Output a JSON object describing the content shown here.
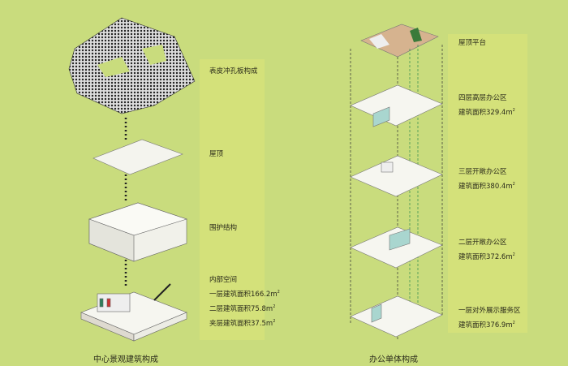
{
  "left_diagram": {
    "caption": "中心景观建筑构成",
    "layers": [
      {
        "label": "表皮冲孔板构成"
      },
      {
        "label": "屋顶"
      },
      {
        "label": "围护结构"
      },
      {
        "label": "内部空间",
        "lines": [
          "一层建筑面积166.2m",
          "二层建筑面积75.8m",
          "夹层建筑面积37.5m"
        ],
        "unit_sup": "2"
      }
    ]
  },
  "right_diagram": {
    "caption": "办公单体构成",
    "layers": [
      {
        "label": "屋顶平台"
      },
      {
        "label": "四层高层办公区",
        "area": "建筑面积329.4m"
      },
      {
        "label": "三层开敞办公区",
        "area": "建筑面积380.4m"
      },
      {
        "label": "二层开敞办公区",
        "area": "建筑面积372.6m"
      },
      {
        "label": "一层对外展示服务区",
        "area": "建筑面积376.9m"
      }
    ],
    "unit_sup": "2"
  },
  "colors": {
    "background": "#c9dc7d",
    "panel": "#d4e17a",
    "accent_teal": "#a9d6cf"
  }
}
